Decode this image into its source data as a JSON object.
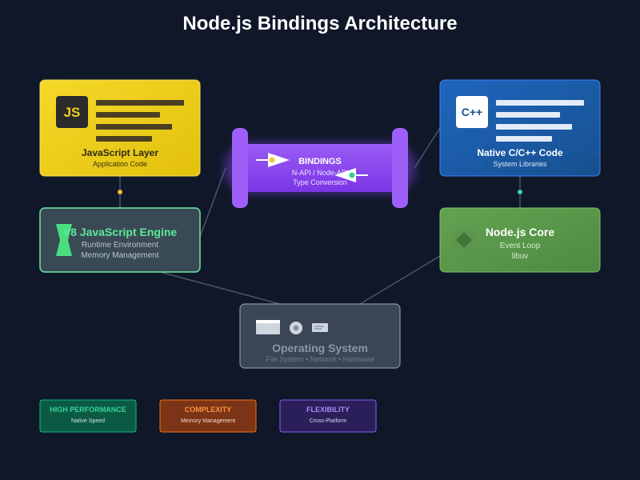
{
  "title": "Node.js Bindings Architecture",
  "js_layer": {
    "badge": "JS",
    "title": "JavaScript Layer",
    "subtitle": "Application Code"
  },
  "cpp_layer": {
    "badge": "C++",
    "title": "Native C/C++ Code",
    "subtitle": "System Libraries"
  },
  "bindings": {
    "title": "BINDINGS",
    "line1": "N-API / Node-API",
    "line2": "Type Conversion"
  },
  "v8_engine": {
    "title": "V8 JavaScript Engine",
    "line1": "Runtime Environment",
    "line2": "Memory Management"
  },
  "node_core": {
    "title": "Node.js Core",
    "line1": "Event Loop",
    "line2": "libuv"
  },
  "os": {
    "title": "Operating System",
    "subtitle": "File System • Network • Hardware"
  },
  "legend": [
    {
      "title": "HIGH PERFORMANCE",
      "subtitle": "Native Speed",
      "color": "#10b981"
    },
    {
      "title": "COMPLEXITY",
      "subtitle": "Memory Management",
      "color": "#f97316"
    },
    {
      "title": "FLEXIBILITY",
      "subtitle": "Cross-Platform",
      "color": "#a78bfa"
    }
  ],
  "colors": {
    "background": "#0f1729",
    "js_yellow": "#f0d020",
    "cpp_blue": "#1d5fb0",
    "bindings_purple": "#8b45f0",
    "v8_green": "#4ade80",
    "core_green": "#5a9a4a",
    "os_gray": "#3a4556"
  }
}
